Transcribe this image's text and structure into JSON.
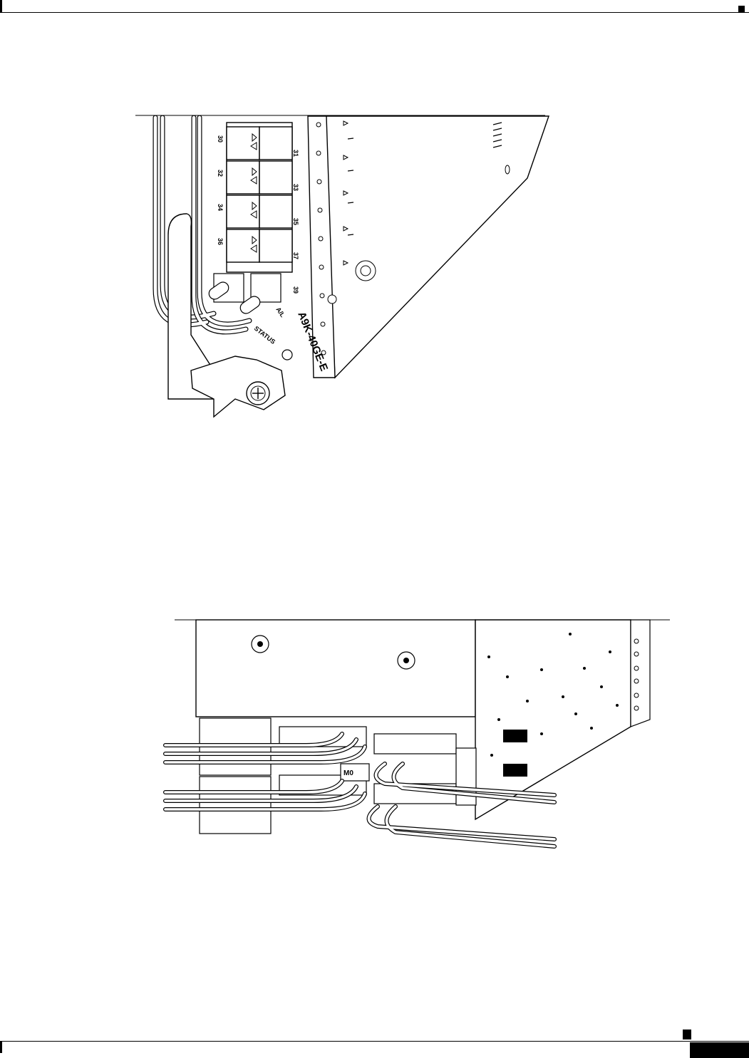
{
  "figure1": {
    "panel_labels": {
      "port_31": "31",
      "port_33": "33",
      "port_35": "35",
      "port_37": "37",
      "port_39": "39",
      "port_30": "30",
      "port_32": "32",
      "port_34": "34",
      "port_36": "36"
    },
    "card_model": "A9K-40GE-E",
    "status_label": "STATUS",
    "al_label": "A/L"
  },
  "figure2": {
    "module_label": "M0"
  }
}
